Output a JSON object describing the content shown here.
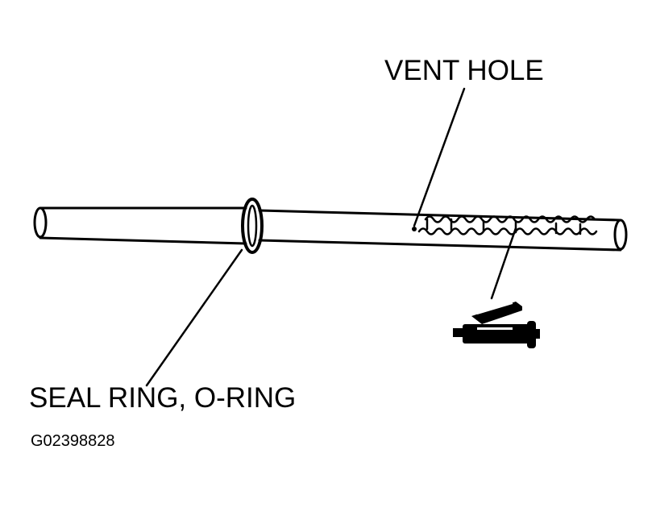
{
  "labels": {
    "vent_hole": "VENT HOLE",
    "seal_ring": "SEAL RING, O-RING",
    "figure_id": "G02398828"
  },
  "colors": {
    "ink": "#000000",
    "paper": "#ffffff"
  }
}
